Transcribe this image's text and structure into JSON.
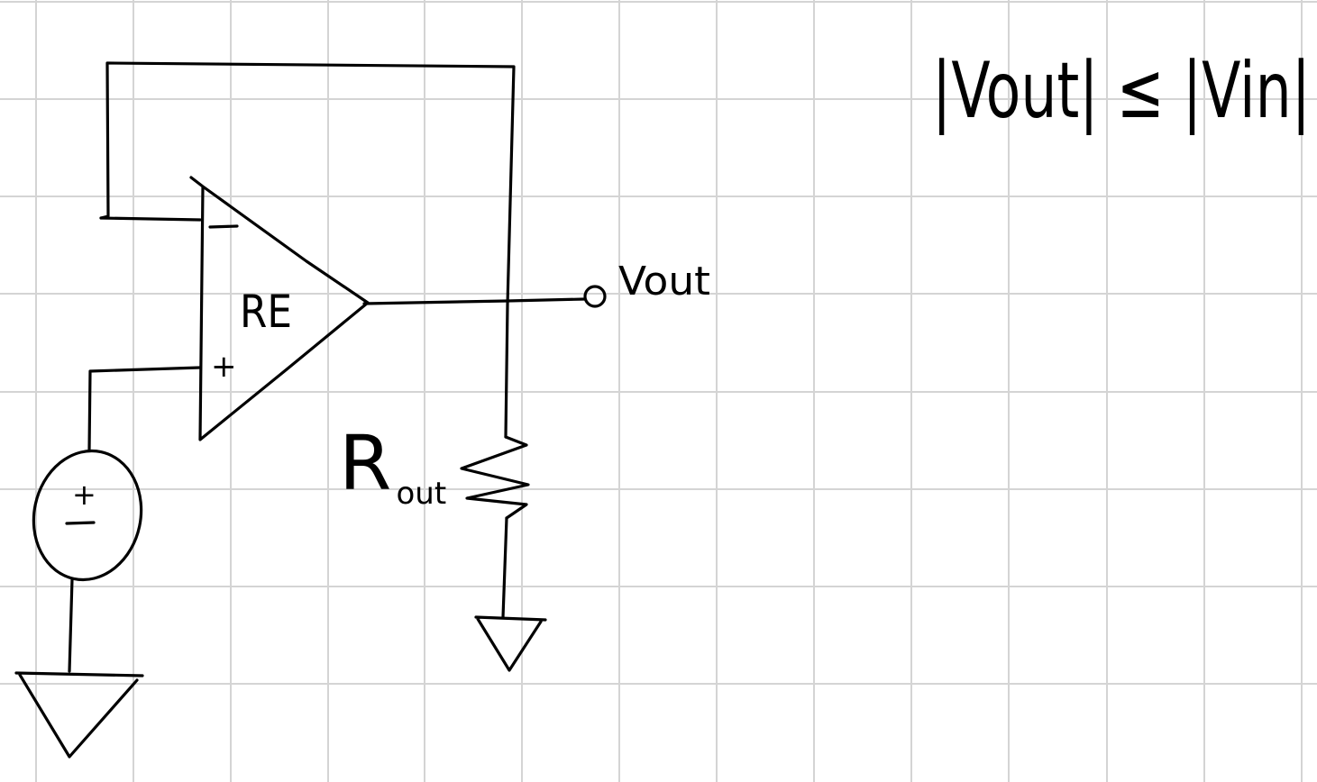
{
  "diagram": {
    "op_amp_label": "RE",
    "op_amp_inverting_sign": "−",
    "op_amp_noninverting_sign": "+",
    "source_plus": "+",
    "source_minus": "−",
    "output_label": "Vout",
    "resistor_label_main": "R",
    "resistor_label_sub": "out",
    "equation": "|Vout| ≤ |Vin|"
  },
  "colors": {
    "ink": "#000000",
    "grid": "#d4d4d4",
    "paper": "#ffffff"
  }
}
